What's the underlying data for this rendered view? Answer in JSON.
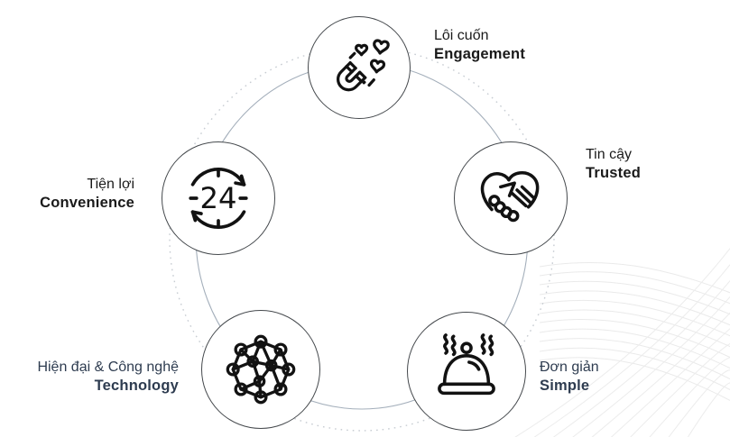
{
  "page": {
    "background": "#ffffff",
    "description": "Circular five-point feature diagram with outline icons and bilingual labels"
  },
  "diagram": {
    "type": "circular-feature-diagram",
    "items": [
      {
        "id": "engagement",
        "label_vi": "Lôi cuốn",
        "label_en": "Engagement",
        "icon": "magnet-hearts-icon"
      },
      {
        "id": "trusted",
        "label_vi": "Tin cậy",
        "label_en": "Trusted",
        "icon": "handshake-heart-icon"
      },
      {
        "id": "simple",
        "label_vi": "Đơn giản",
        "label_en": "Simple",
        "icon": "serving-cloche-icon"
      },
      {
        "id": "technology",
        "label_vi": "Hiện đại & Công nghệ",
        "label_en": "Technology",
        "icon": "network-nodes-icon"
      },
      {
        "id": "convenience",
        "label_vi": "Tiện lợi",
        "label_en": "Convenience",
        "icon": "clock-24-icon"
      }
    ],
    "clock_text": "24",
    "colors": {
      "label_dark": "#1a1a1a",
      "label_navy": "#2e3c50",
      "icon_stroke": "#121212",
      "node_border": "#45494d",
      "ring_solid": "#a4afbb",
      "ring_dotted": "#c7ccd2",
      "mesh_line": "#e9e9e9"
    }
  }
}
